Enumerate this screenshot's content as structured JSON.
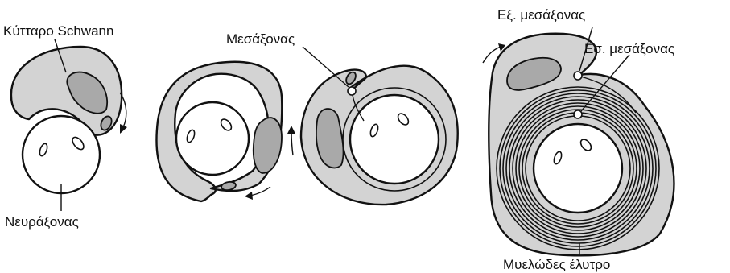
{
  "labels": {
    "schwann_cell": "Κύτταρο Schwann",
    "axon": "Νευράξονας",
    "mesaxon": "Μεσάξονας",
    "outer_mesaxon": "Εξ. μεσάξονας",
    "inner_mesaxon": "Εσ. μεσάξονας",
    "myelin_sheath": "Μυελώδες έλυτρο"
  },
  "colors": {
    "cytoplasm": "#d3d3d3",
    "nucleus": "#a9a9a9",
    "outline": "#111111",
    "axon_fill": "#ffffff"
  }
}
